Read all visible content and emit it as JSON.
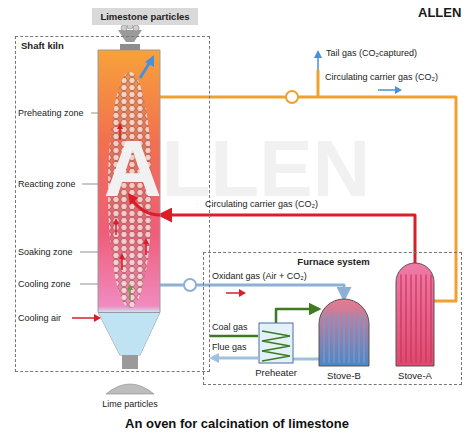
{
  "diagram": {
    "caption": "An oven for calcination of limestone",
    "nodes": [
      {
        "text": [
          "Limestone particles"
        ]
      },
      {
        "text": [
          "Shaft kiln"
        ]
      },
      {
        "text": [
          "Furnace system"
        ]
      },
      {
        "text": [
          "Preheater"
        ],
        "in": 2
      },
      {
        "text": [
          "Stove-B"
        ],
        "in": 2
      },
      {
        "text": [
          "Stove-A"
        ],
        "in": 2
      }
    ],
    "edges": [
      {
        "from": 1,
        "to": 5,
        "arrow": "none",
        "label": "Circulating carrier gas (CO₂)"
      },
      {
        "from": 5,
        "to": 1,
        "arrow": "to",
        "label": "Circulating carrier gas (CO₂)"
      },
      {
        "from": 1,
        "to": 4,
        "arrow": "to",
        "label": "Oxidant gas (Air + CO₂)"
      },
      {
        "from": 3,
        "to": 4,
        "arrow": "to"
      },
      {
        "from": 4,
        "to": 3,
        "arrow": "none"
      }
    ],
    "labels": [
      "ALLEN",
      "ALLEN",
      "Tail gas (CO₂captured)",
      "Preheating zone",
      "Reacting zone",
      "Soaking zone",
      "Cooling zone",
      "Cooling air",
      "Lime particles",
      "Coal gas",
      "Flue gas"
    ]
  }
}
